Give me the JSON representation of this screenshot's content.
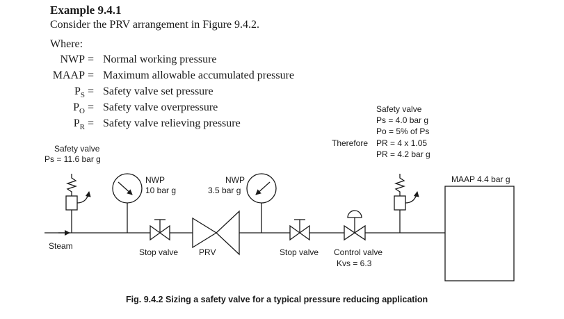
{
  "header": {
    "title": "Example 9.4.1",
    "intro": "Consider the PRV arrangement in Figure 9.4.2.",
    "where": "Where:"
  },
  "definitions": [
    {
      "abbr": "NWP",
      "sub": "",
      "desc": "Normal working pressure"
    },
    {
      "abbr": "MAAP",
      "sub": "",
      "desc": "Maximum allowable accumulated pressure"
    },
    {
      "abbr": "P",
      "sub": "S",
      "desc": "Safety valve set pressure"
    },
    {
      "abbr": "P",
      "sub": "O",
      "desc": "Safety valve overpressure"
    },
    {
      "abbr": "P",
      "sub": "R",
      "desc": "Safety valve relieving pressure"
    }
  ],
  "diagram": {
    "left_safety_valve": {
      "label": "Safety valve",
      "setting": "Ps = 11.6 bar g"
    },
    "right_safety_valve": {
      "label": "Safety valve",
      "ps": "Ps = 4.0 bar g",
      "po": "Po = 5% of Ps",
      "therefore": "Therefore",
      "pr1": "PR = 4 x 1.05",
      "pr2": "PR = 4.2 bar g"
    },
    "gauge1": {
      "label": "NWP",
      "value": "10 bar g"
    },
    "gauge2": {
      "label": "NWP",
      "value": "3.5 bar g"
    },
    "steam": "Steam",
    "stop_valve_1": "Stop valve",
    "prv": "PRV",
    "stop_valve_2": "Stop valve",
    "control_valve": {
      "label": "Control valve",
      "kvs": "Kvs = 6.3"
    },
    "vessel": "MAAP 4.4 bar g"
  },
  "caption": "Fig. 9.4.2 Sizing a safety valve for a typical pressure reducing application"
}
